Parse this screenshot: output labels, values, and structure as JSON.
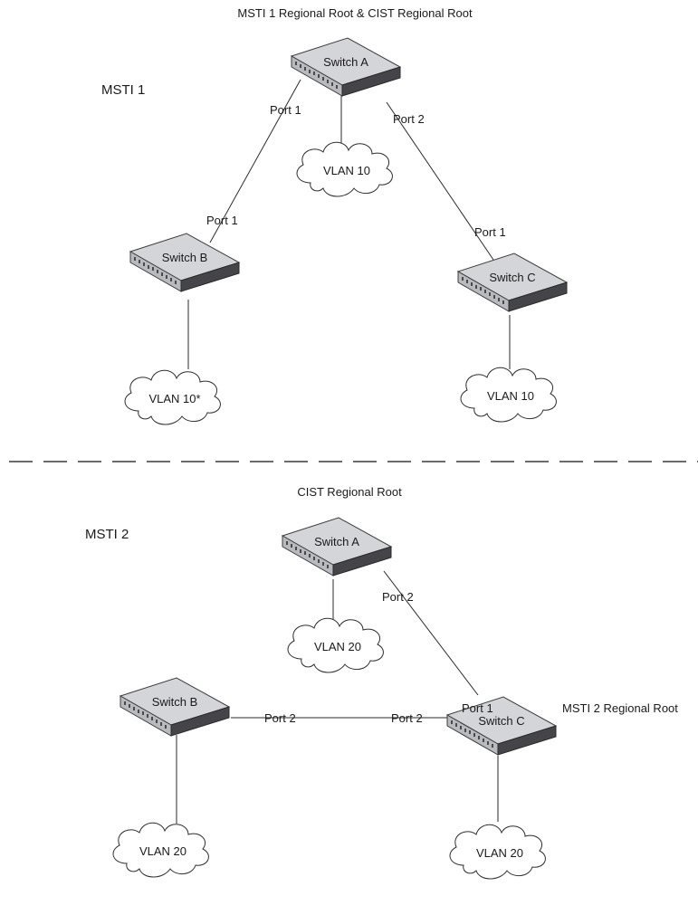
{
  "mst1": {
    "caption": "MSTI 1 Regional Root & CIST Regional Root",
    "label": "MSTI 1",
    "switch_a": "Switch A",
    "switch_b": "Switch B",
    "switch_c": "Switch C",
    "vlan_a": "VLAN 10",
    "vlan_b": "VLAN 10*",
    "vlan_c": "VLAN 10",
    "a_port_to_b": "Port 1",
    "a_port_to_c": "Port 2",
    "b_port": "Port 1",
    "c_port": "Port 1"
  },
  "mst2": {
    "caption": "CIST Regional Root",
    "label": "MSTI 2",
    "root_label": "MSTI 2 Regional Root",
    "switch_a": "Switch A",
    "switch_b": "Switch B",
    "switch_c": "Switch C",
    "vlan_a": "VLAN 20",
    "vlan_b": "VLAN 20",
    "vlan_c": "VLAN 20",
    "a_port_to_c": "Port 2",
    "c_port_from_a": "Port 1",
    "b_port_to_c": "Port 2",
    "c_port_from_b": "Port 2"
  }
}
